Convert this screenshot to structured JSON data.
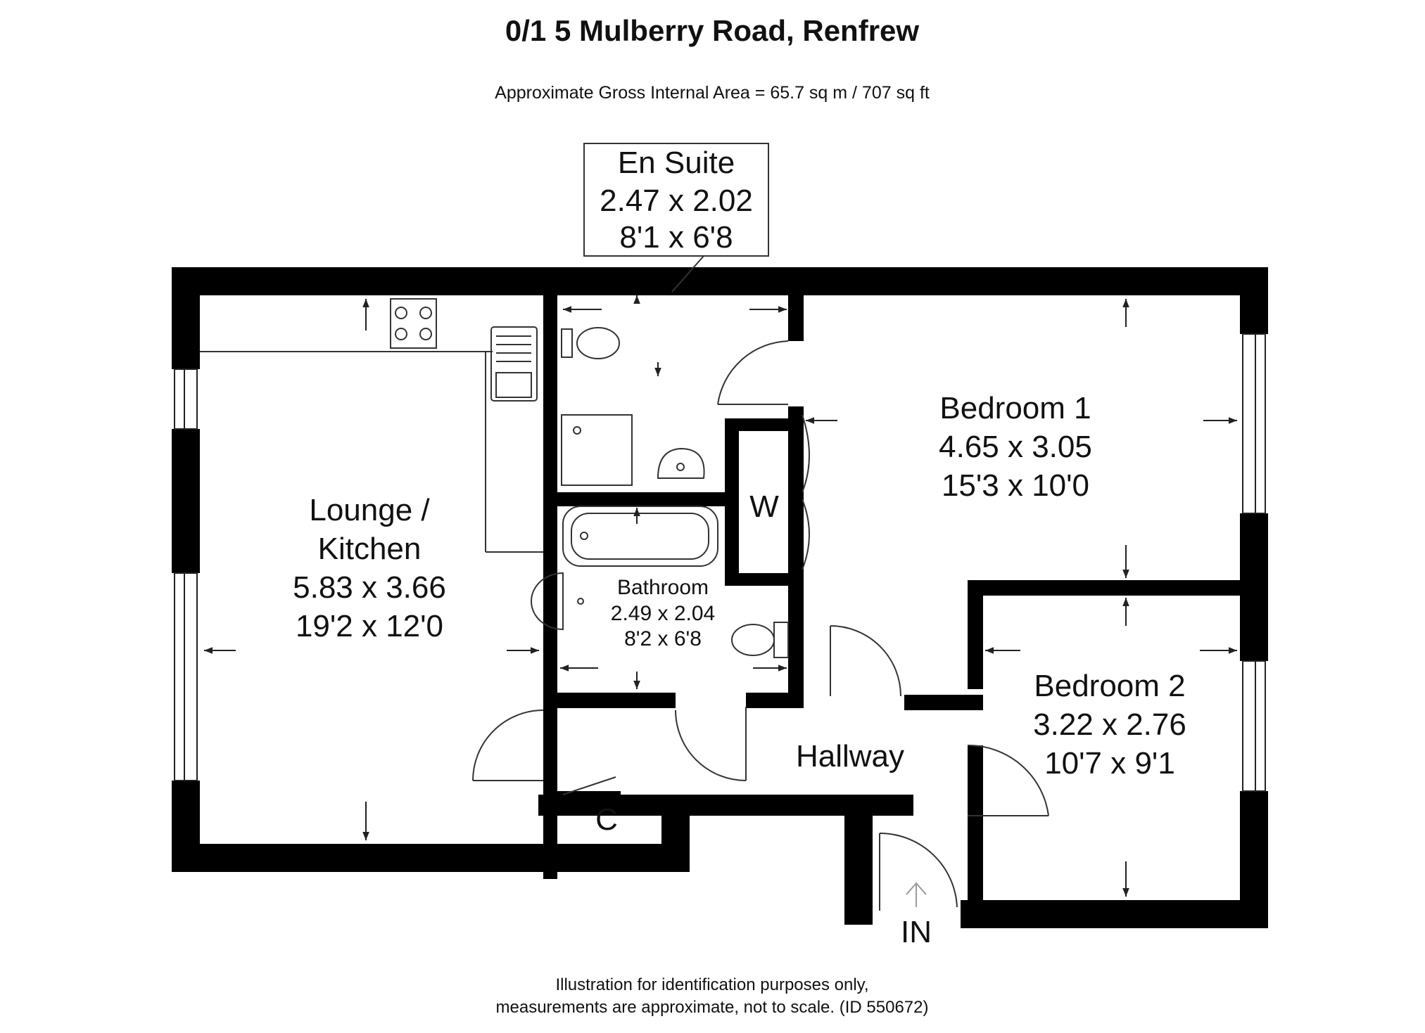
{
  "title": "0/1 5 Mulberry Road, Renfrew",
  "subtitle": "Approximate Gross Internal Area = 65.7 sq m / 707 sq ft",
  "rooms": {
    "en_suite": {
      "name": "En Suite",
      "metric": "2.47 x 2.02",
      "imperial": "8'1 x 6'8"
    },
    "lounge": {
      "name_line1": "Lounge /",
      "name_line2": "Kitchen",
      "metric": "5.83 x 3.66",
      "imperial": "19'2 x 12'0"
    },
    "bedroom1": {
      "name": "Bedroom 1",
      "metric": "4.65 x 3.05",
      "imperial": "15'3 x 10'0"
    },
    "bedroom2": {
      "name": "Bedroom 2",
      "metric": "3.22 x 2.76",
      "imperial": "10'7 x 9'1"
    },
    "bathroom": {
      "name": "Bathroom",
      "metric": "2.49 x 2.04",
      "imperial": "8'2 x 6'8"
    },
    "wardrobe": {
      "name": "W"
    },
    "hallway": {
      "name": "Hallway"
    },
    "cupboard": {
      "name": "C"
    }
  },
  "entrance_label": "IN",
  "footer": {
    "line1": "Illustration for identification purposes only,",
    "line2": "measurements are approximate, not to scale. (ID 550672)"
  },
  "colors": {
    "wall": "#000000",
    "line": "#333333",
    "text": "#111111",
    "background": "#ffffff"
  }
}
